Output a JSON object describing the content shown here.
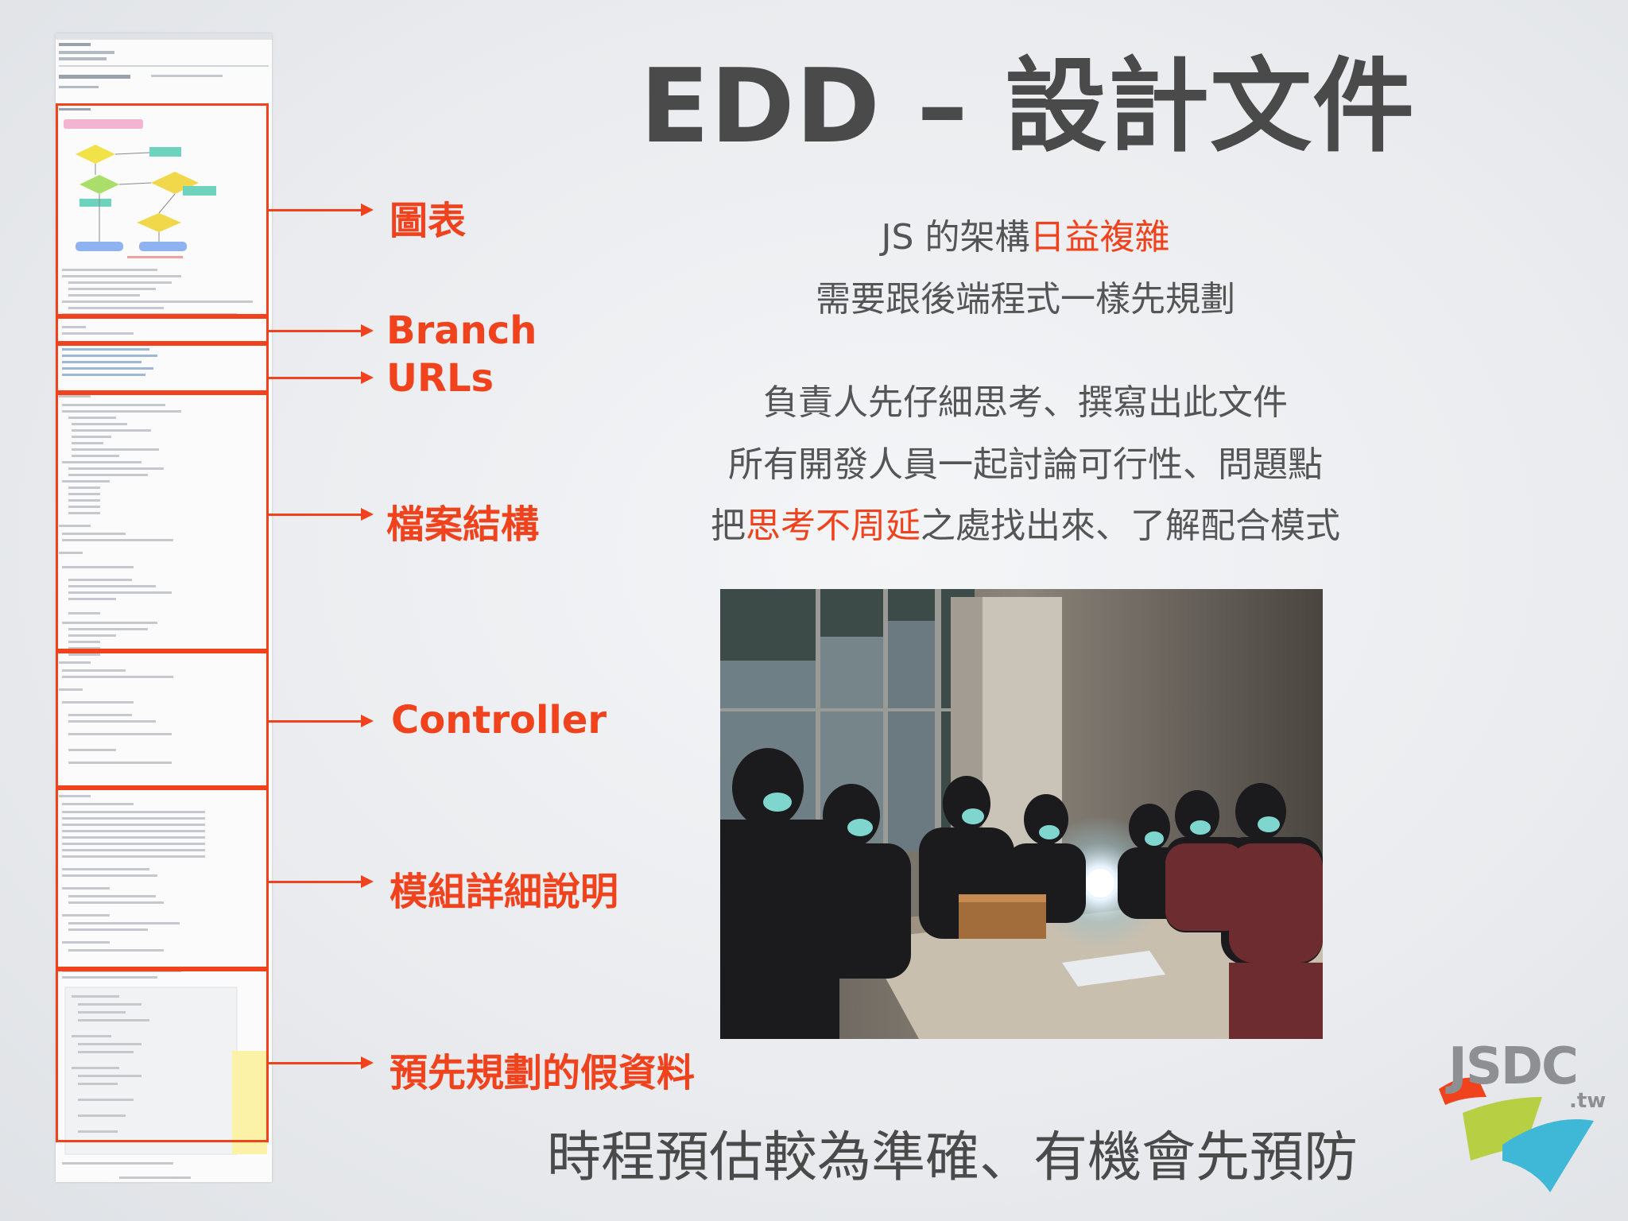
{
  "title": "EDD – 設計文件",
  "body": {
    "line1_pre": "JS 的架構",
    "line1_hl": "日益複雜",
    "line2": "需要跟後端程式一樣先規劃",
    "line3": "負責人先仔細思考、撰寫出此文件",
    "line4": "所有開發人員一起討論可行性、問題點",
    "line5_pre": "把",
    "line5_hl": "思考不周延",
    "line5_post": "之處找出來、了解配合模式"
  },
  "footer": "時程預估較為準確、有機會先預防",
  "callouts": [
    {
      "label": "圖表"
    },
    {
      "label": "Branch"
    },
    {
      "label": "URLs"
    },
    {
      "label": "檔案結構"
    },
    {
      "label": "Controller"
    },
    {
      "label": "模組詳細說明"
    },
    {
      "label": "預先規劃的假資料"
    }
  ],
  "logo": {
    "main": "JSDC",
    "suffix": ".tw"
  },
  "colors": {
    "accent": "#f0421c",
    "text": "#555555",
    "title": "#4a4a4a"
  }
}
